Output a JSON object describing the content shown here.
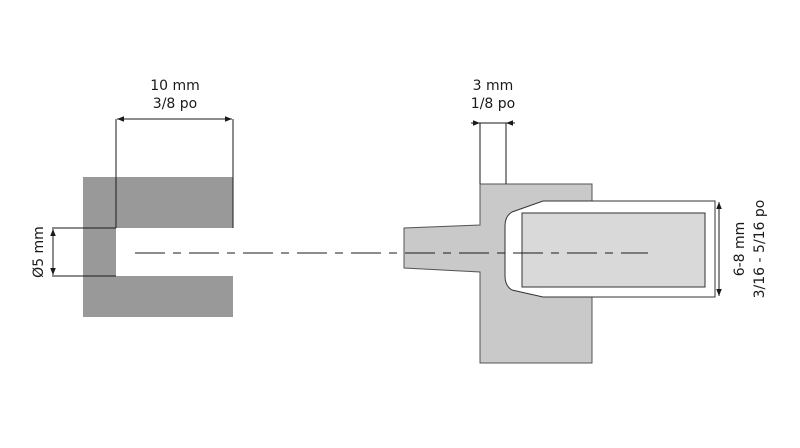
{
  "left_part": {
    "width_mm": "10 mm",
    "width_in": "3/8 po",
    "slot_diameter": "Ø5 mm"
  },
  "right_part": {
    "wall_mm": "3 mm",
    "wall_in": "1/8 po",
    "range_mm": "6-8 mm",
    "range_in": "3/16 - 5/16 po"
  },
  "colors": {
    "dark_part": "#999999",
    "light_part": "#c9c9c9",
    "inner_part": "#d9d9d9",
    "line": "#1a1a1a"
  }
}
